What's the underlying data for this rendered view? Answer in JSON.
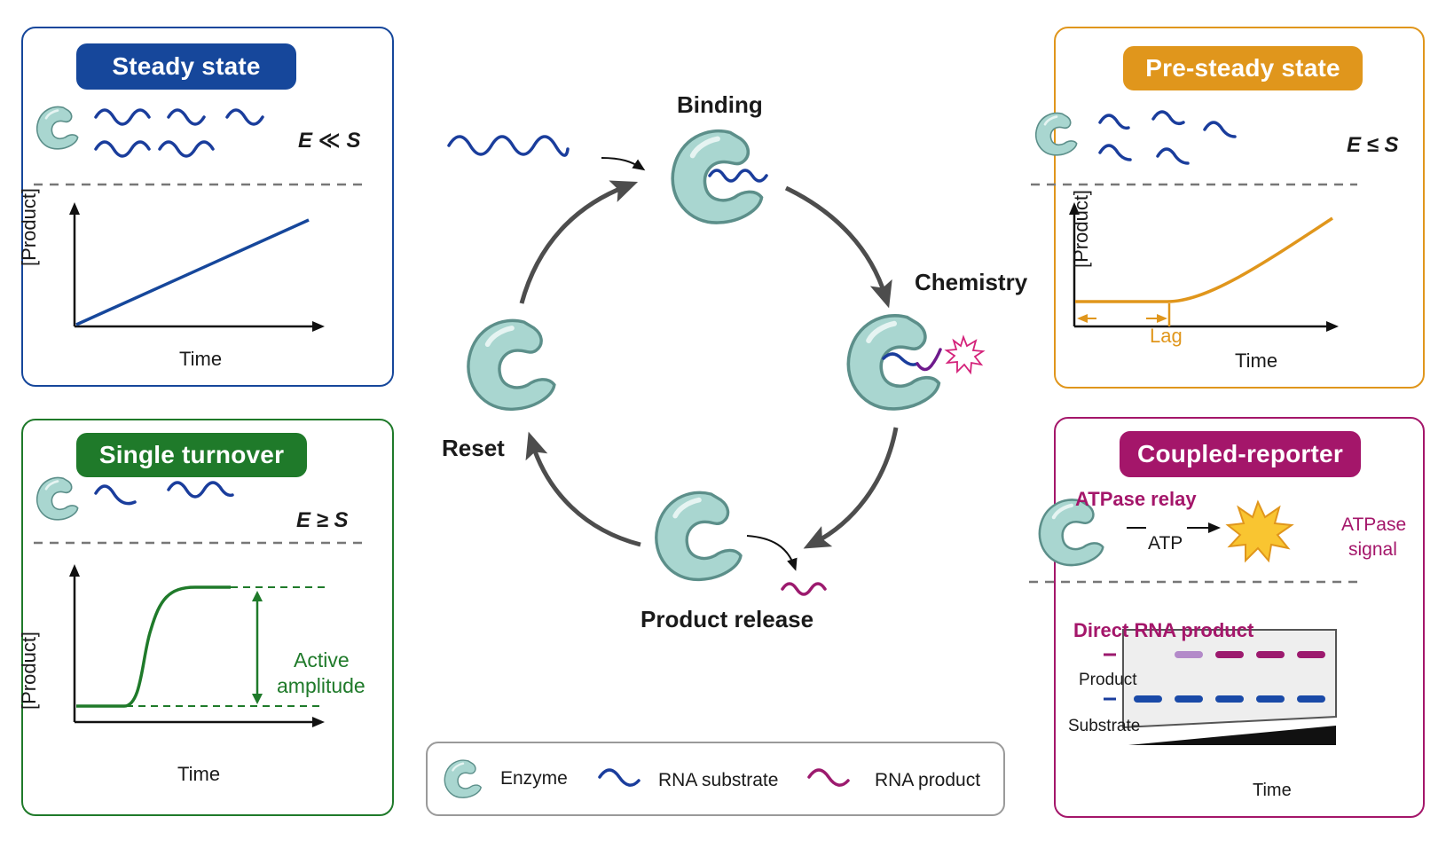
{
  "colors": {
    "enzyme_fill": "#a9d6d0",
    "enzyme_stroke": "#5c8f8a",
    "rna_substrate": "#1a3d9c",
    "rna_product": "#9c1a6e",
    "steady": "#16479b",
    "single": "#1f7a2a",
    "presteady": "#e0961c",
    "coupled": "#a4166a",
    "arrow": "#4d4d4d"
  },
  "cycle": {
    "steps": [
      "Binding",
      "Chemistry",
      "Product release",
      "Reset"
    ]
  },
  "steady_state": {
    "title": "Steady state",
    "condition": "E ≪ S",
    "ylabel": "[Product]",
    "xlabel": "Time"
  },
  "single_turnover": {
    "title": "Single turnover",
    "condition": "E ≥ S",
    "ylabel": "[Product]",
    "xlabel": "Time",
    "amplitude_label_1": "Active",
    "amplitude_label_2": "amplitude"
  },
  "pre_steady_state": {
    "title": "Pre-steady state",
    "condition": "E ≤ S",
    "ylabel": "[Product]",
    "xlabel": "Time",
    "lag_label": "Lag"
  },
  "coupled_reporter": {
    "title": "Coupled-reporter",
    "atpase_relay": "ATPase relay",
    "atp_label": "ATP",
    "signal_1": "ATPase",
    "signal_2": "signal",
    "direct_rna": "Direct RNA product",
    "product_label": "Product",
    "substrate_label": "Substrate",
    "time_label": "Time"
  },
  "legend": {
    "enzyme": "Enzyme",
    "rna_substrate": "RNA substrate",
    "rna_product": "RNA product"
  }
}
